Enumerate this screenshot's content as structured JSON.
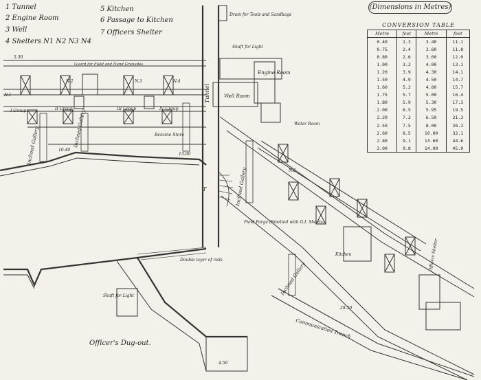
{
  "legend": {
    "items": [
      "1 Tunnel",
      "2 Engine Room",
      "3 Well",
      "4 Shelters N1 N2 N3 N4",
      "5 Kitchen",
      "6 Passage to Kitchen",
      "7 Officers Shelter"
    ]
  },
  "dimensions_note": "(Dimensions in Metres)",
  "conversion": {
    "title": "CONVERSION TABLE",
    "headers": [
      "Metre",
      "feet",
      "Metre",
      "feet"
    ],
    "rows": [
      [
        "0.40",
        "1.3",
        "3.40",
        "11.1"
      ],
      [
        "0.75",
        "2.4",
        "3.60",
        "11.8"
      ],
      [
        "0.80",
        "2.6",
        "3.60",
        "12.0"
      ],
      [
        "1.00",
        "3.2",
        "4.00",
        "13.1"
      ],
      [
        "1.20",
        "3.9",
        "4.30",
        "14.1"
      ],
      [
        "1.50",
        "4.9",
        "4.50",
        "14.7"
      ],
      [
        "1.60",
        "5.2",
        "4.80",
        "15.7"
      ],
      [
        "1.75",
        "5.7",
        "5.00",
        "16.4"
      ],
      [
        "1.80",
        "5.9",
        "5.30",
        "17.3"
      ],
      [
        "2.00",
        "6.5",
        "5.95",
        "19.5"
      ],
      [
        "2.20",
        "7.2",
        "6.50",
        "21.3"
      ],
      [
        "2.50",
        "7.5",
        "8.00",
        "26.2"
      ],
      [
        "2.60",
        "8.5",
        "10.00",
        "32.1"
      ],
      [
        "2.80",
        "9.1",
        "13.60",
        "44.6"
      ],
      [
        "3.00",
        "9.8",
        "14.00",
        "45.9"
      ]
    ]
  },
  "labels": {
    "tunnel": "Tunnel",
    "inclined_gallery": "Inclined Gallery",
    "well_room": "Well Room",
    "engine_room": "Engine Room",
    "water_room": "Water Room",
    "benzine_store": "Benzine Store",
    "group1": "I Group",
    "group2": "II Group",
    "group3": "III Group",
    "group4": "IV Group",
    "shaft_light": "Shaft for Light",
    "shaft_light2": "Shaft for Light",
    "drain": "Drain for Tools and Sandbags",
    "guard": "Guard for Field and Hand Grenades",
    "field_forge": "Field Forge (Smelted with G.I. Sheets)",
    "communication_trench": "Communication Trench",
    "kitchen": "Kitchen",
    "double_layer": "Double layer of rails",
    "officers_dugout": "Officer's Dug-out.",
    "officers_shelter": "Officers Shelter",
    "dim_530": "5.30",
    "dim_1300": "13.00",
    "dim_1040": "10.40",
    "dim_450": "4.50",
    "dim_2830": "28.30",
    "n1": "N.1",
    "n2": "N.2",
    "n3": "N.3",
    "n4": "N.4",
    "n6": "N.6",
    "t": "T"
  }
}
